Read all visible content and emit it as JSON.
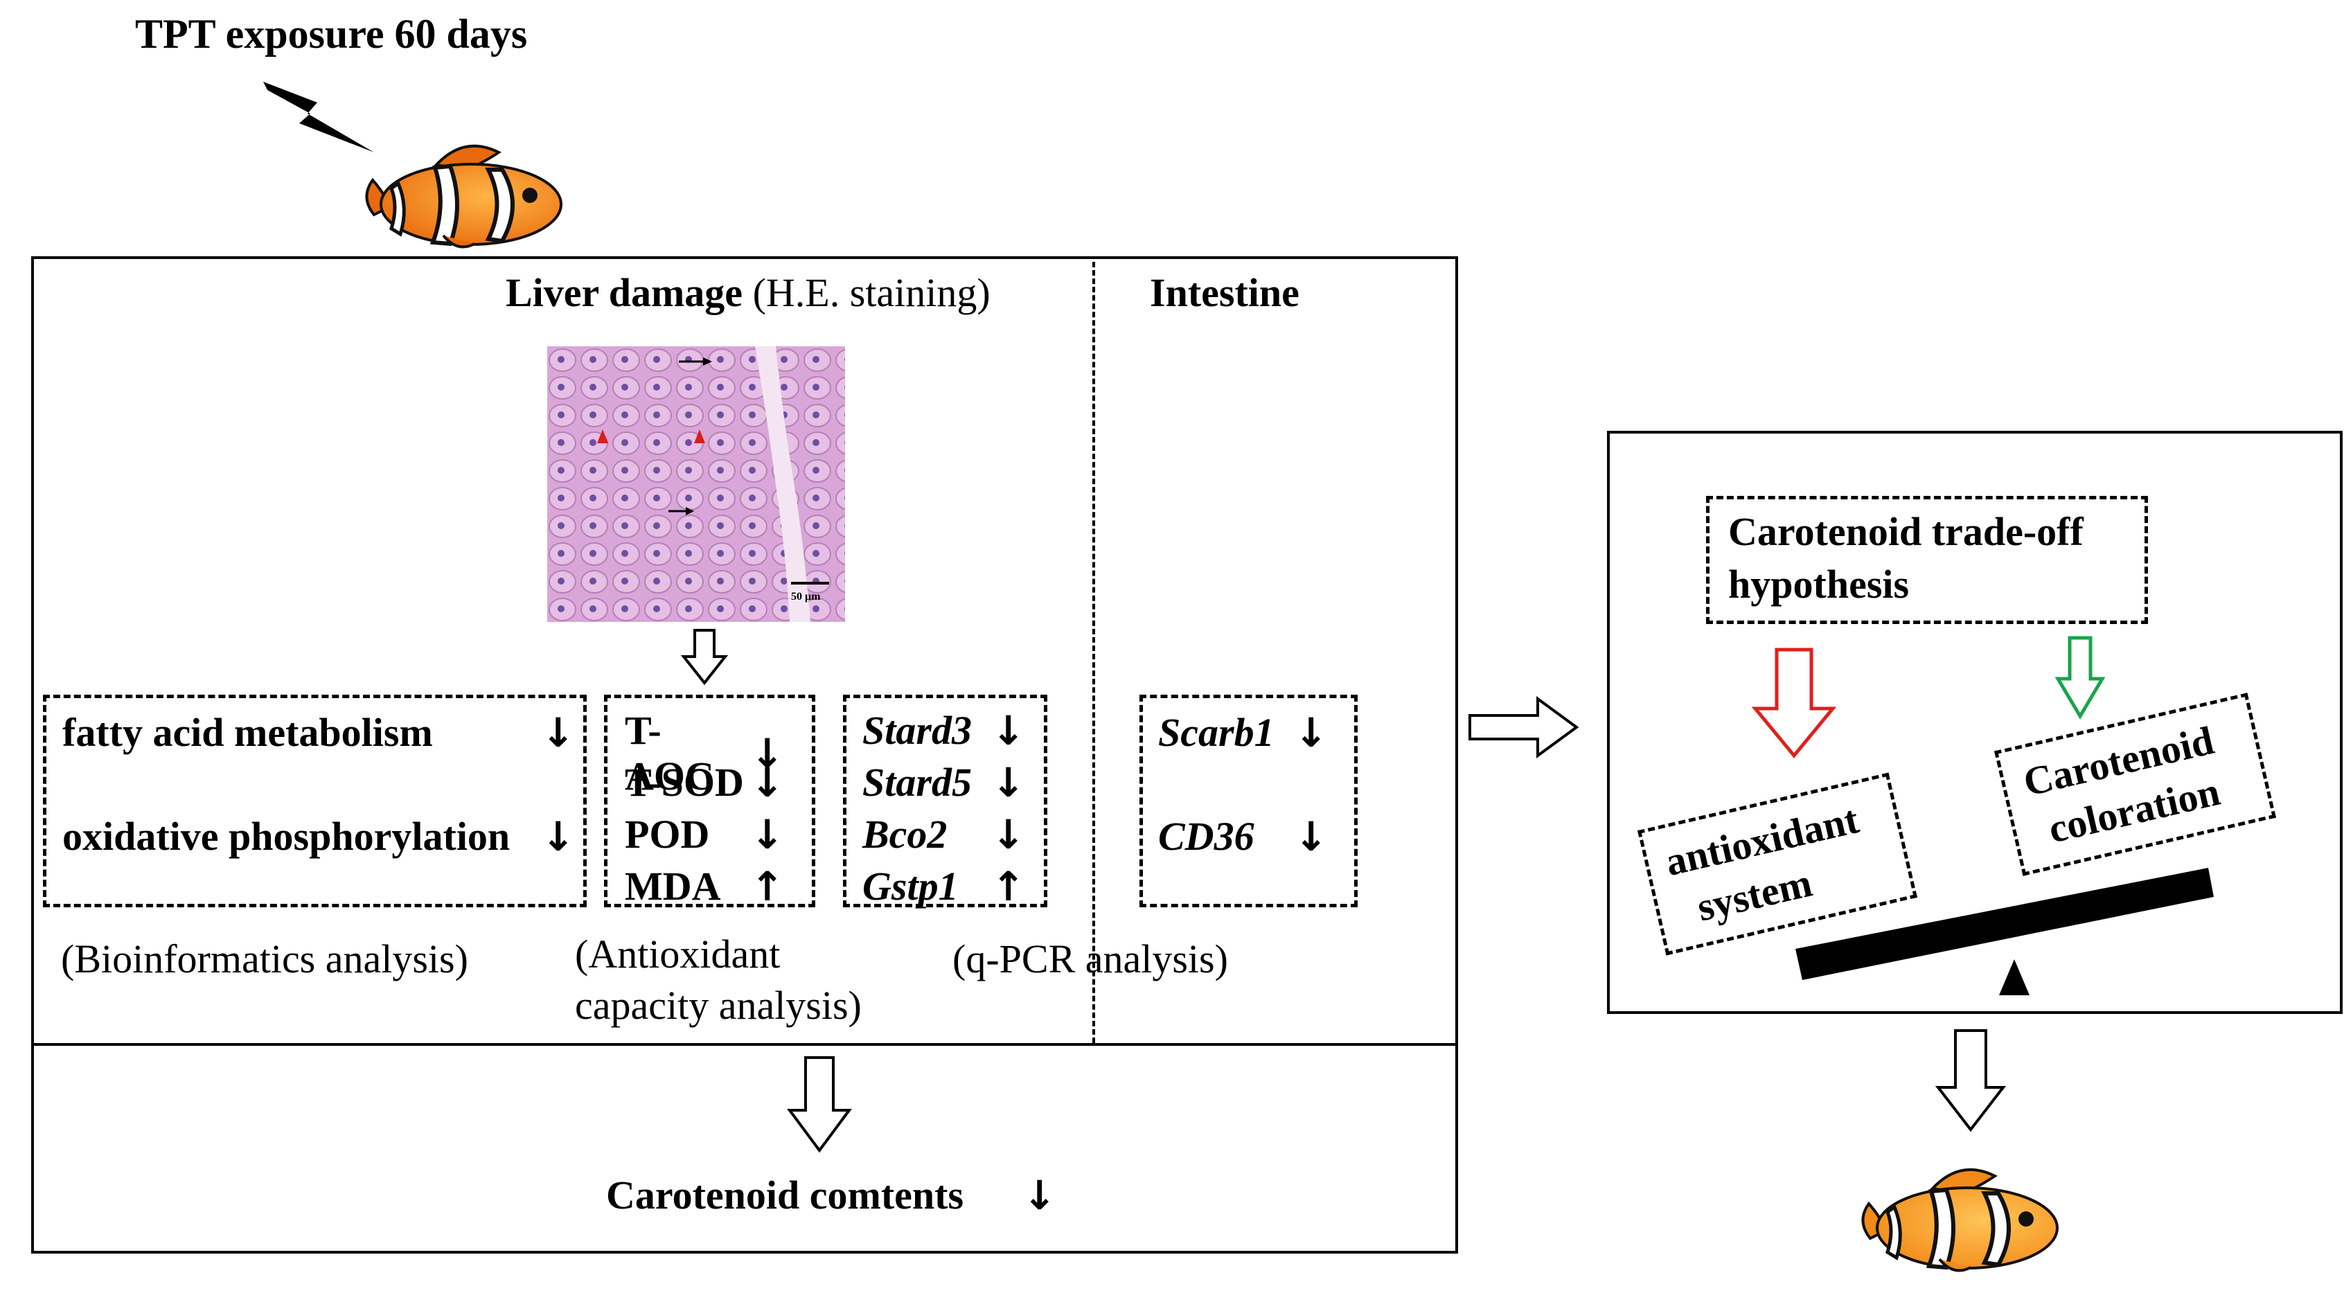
{
  "title": "TPT exposure 60 days",
  "liver_section": {
    "heading_bold": "Liver damage",
    "heading_normal": " (H.E. staining)",
    "scale_bar_label": "50 μm"
  },
  "intestine_section": {
    "heading": "Intestine"
  },
  "bioinformatics": {
    "items": [
      {
        "label": "fatty acid metabolism",
        "arrow": "↓"
      },
      {
        "label": "oxidative phosphorylation",
        "arrow": "↓"
      }
    ],
    "caption": "(Bioinformatics analysis)"
  },
  "antioxidant": {
    "items": [
      {
        "label": "T-AOC",
        "arrow": "↓"
      },
      {
        "label": "T-SOD",
        "arrow": "↓"
      },
      {
        "label": "POD",
        "arrow": "↓"
      },
      {
        "label": "MDA",
        "arrow": "↑"
      }
    ],
    "caption_line1": "(Antioxidant",
    "caption_line2": "capacity analysis)"
  },
  "qpcr_liver": {
    "items": [
      {
        "label": "Stard3",
        "arrow": "↓"
      },
      {
        "label": "Stard5",
        "arrow": "↓"
      },
      {
        "label": "Bco2",
        "arrow": "↓"
      },
      {
        "label": "Gstp1",
        "arrow": "↑"
      }
    ],
    "caption": "(q-PCR analysis)"
  },
  "qpcr_intestine": {
    "items": [
      {
        "label": "Scarb1",
        "arrow": "↓"
      },
      {
        "label": "CD36",
        "arrow": "↓"
      }
    ]
  },
  "outcome": {
    "label": "Carotenoid comtents",
    "arrow": "↓"
  },
  "hypothesis": {
    "title_line1": "Carotenoid trade-off",
    "title_line2": "hypothesis",
    "left_line1": "antioxidant",
    "left_line2": "system",
    "right_line1": "Carotenoid",
    "right_line2": "coloration"
  },
  "colors": {
    "red_arrow": "#e0201b",
    "green_arrow": "#1aa34a",
    "fish_orange": "#f28a17",
    "tissue_pink": "#d9a6d8"
  }
}
